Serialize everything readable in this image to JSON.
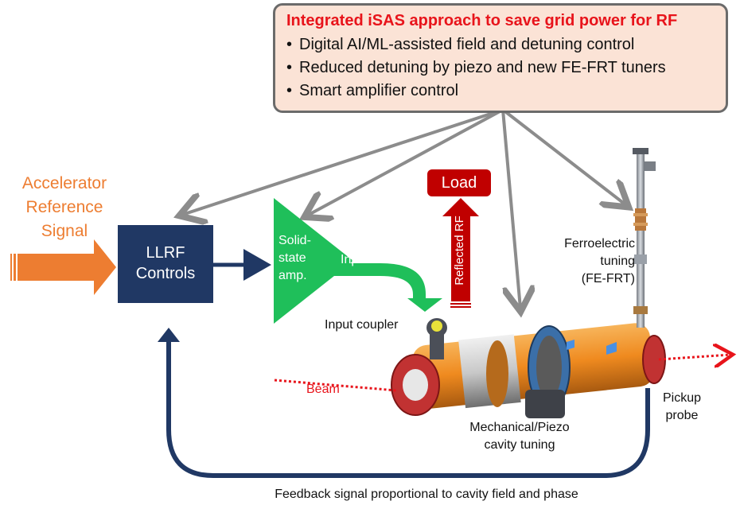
{
  "callout": {
    "title": "Integrated iSAS approach to save grid power for RF",
    "bullets": [
      "Digital AI/ML-assisted field and detuning control",
      "Reduced detuning by piezo and new FE-FRT tuners",
      "Smart amplifier control"
    ]
  },
  "labels": {
    "accelerator_line1": "Accelerator",
    "accelerator_line2": "Reference",
    "accelerator_line3": "Signal",
    "llrf_line1": "LLRF",
    "llrf_line2": "Controls",
    "ssa_line1": "Solid-",
    "ssa_line2": "state",
    "ssa_line3": "amp.",
    "input_rf": "Input RF",
    "load": "Load",
    "reflected_rf": "Reflected RF",
    "input_coupler": "Input coupler",
    "beam": "Beam",
    "ferro_line1": "Ferroelectric",
    "ferro_line2": "tuning",
    "ferro_line3": "(FE-FRT)",
    "pickup_line1": "Pickup",
    "pickup_line2": "probe",
    "mech_line1": "Mechanical/Piezo",
    "mech_line2": "cavity tuning",
    "feedback": "Feedback signal proportional to cavity field and phase"
  },
  "colors": {
    "callout_title": "#e8141b",
    "callout_fill": "#fbe3d6",
    "orange": "#ed7d31",
    "navy": "#203864",
    "green": "#1fbf5a",
    "red": "#c00000",
    "beam_red": "#e8141b",
    "gray_arrow": "#8c8c8c"
  }
}
